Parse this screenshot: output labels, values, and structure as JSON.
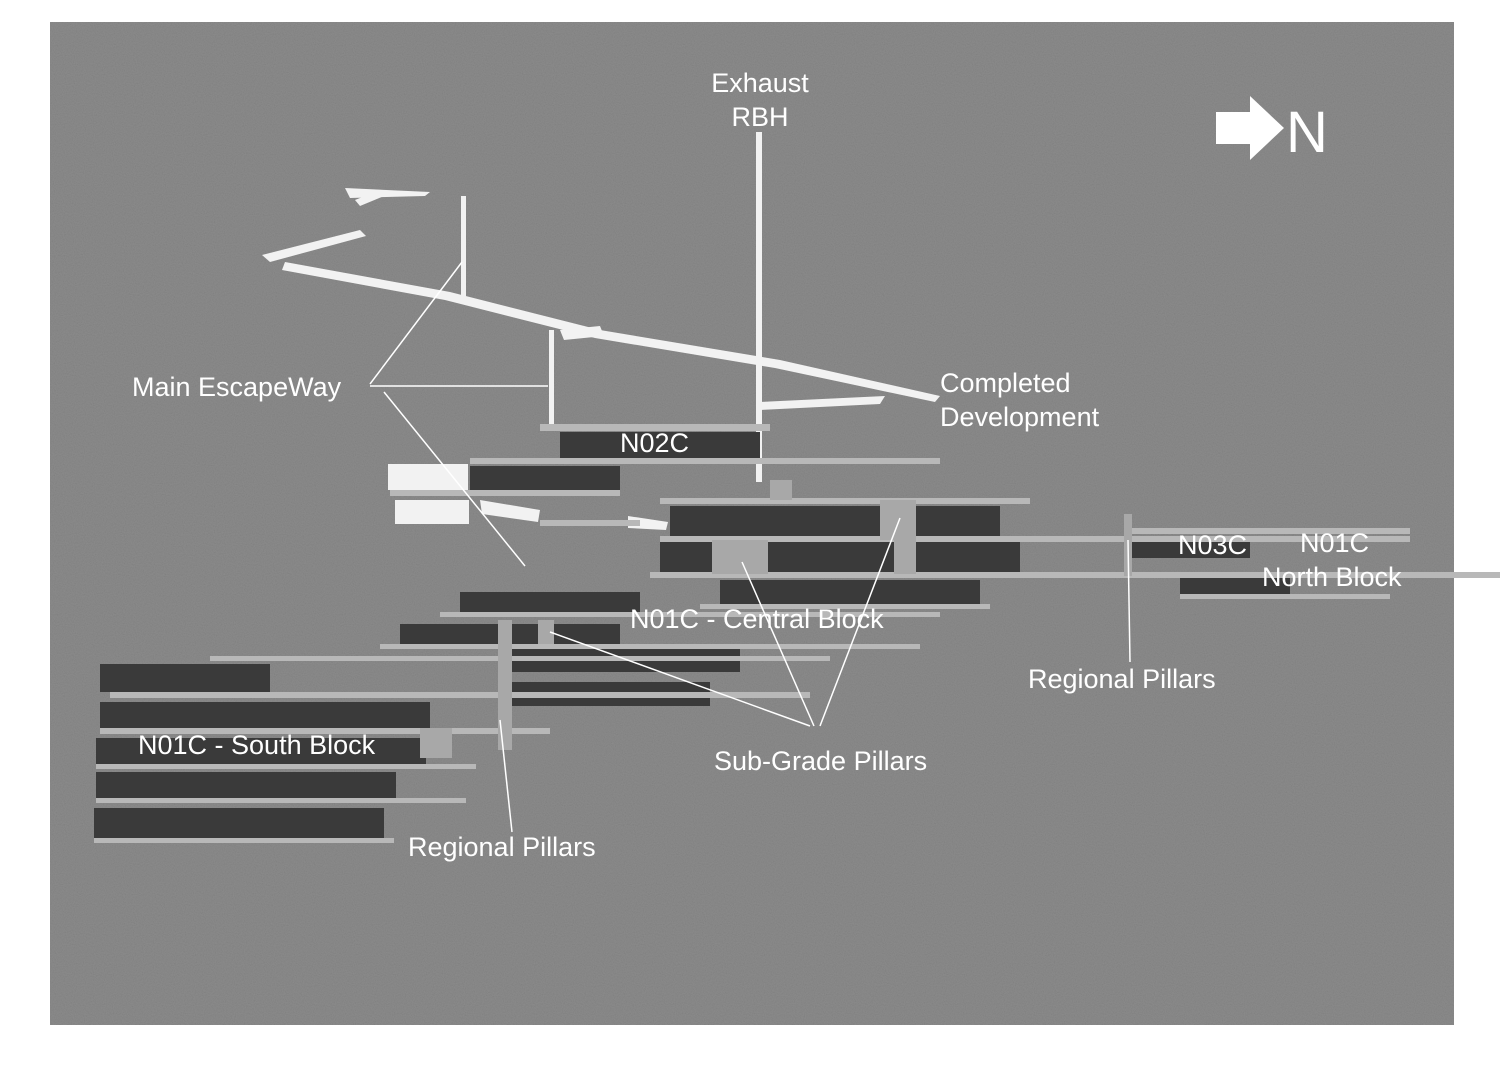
{
  "labels": {
    "exhaust_line1": "Exhaust",
    "exhaust_line2": "RBH",
    "north_letter": "N",
    "main_escapeway": "Main EscapeWay",
    "completed_line1": "Completed",
    "completed_line2": "Development",
    "n02c": "N02C",
    "n03c": "N03C",
    "n01c_north_line1": "N01C",
    "n01c_north_line2": "North Block",
    "central_block": "N01C - Central Block",
    "south_block": "N01C - South Block",
    "regional_pillars_east": "Regional Pillars",
    "regional_pillars_south": "Regional Pillars",
    "sub_grade_pillars": "Sub-Grade Pillars"
  },
  "colors": {
    "background": "#8c8c8c",
    "development": "#f2f2f2",
    "stope_dark": "#3a3a3a",
    "drift": "#b8b8b8",
    "pillar": "#a8a8a8",
    "text": "#ffffff"
  },
  "icons": {
    "north_arrow": "arrow-right-icon"
  }
}
